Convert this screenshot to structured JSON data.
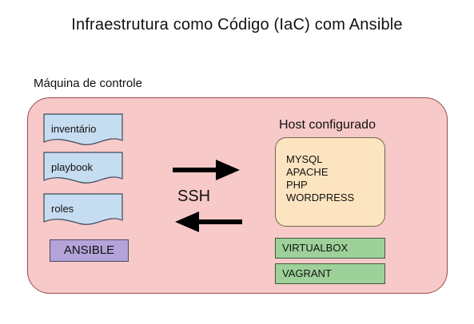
{
  "title": "Infraestrutura como Código (IaC) com Ansible",
  "control_machine": {
    "label": "Máquina de controle",
    "fill": "#f8c9c9",
    "documents": [
      {
        "label": "inventário"
      },
      {
        "label": "playbook"
      },
      {
        "label": "roles"
      }
    ],
    "document_fill": "#c6dcf0",
    "ansible_label": "ANSIBLE",
    "ansible_fill": "#b3a3d9"
  },
  "connection": {
    "label": "SSH"
  },
  "host": {
    "label": "Host configurado",
    "fill": "#fde4c0",
    "stack": [
      "MYSQL",
      "APACHE",
      "PHP",
      "WORDPRESS"
    ],
    "vm_fill": "#9ed19a",
    "virtualbox_label": "VIRTUALBOX",
    "vagrant_label": "VAGRANT"
  }
}
